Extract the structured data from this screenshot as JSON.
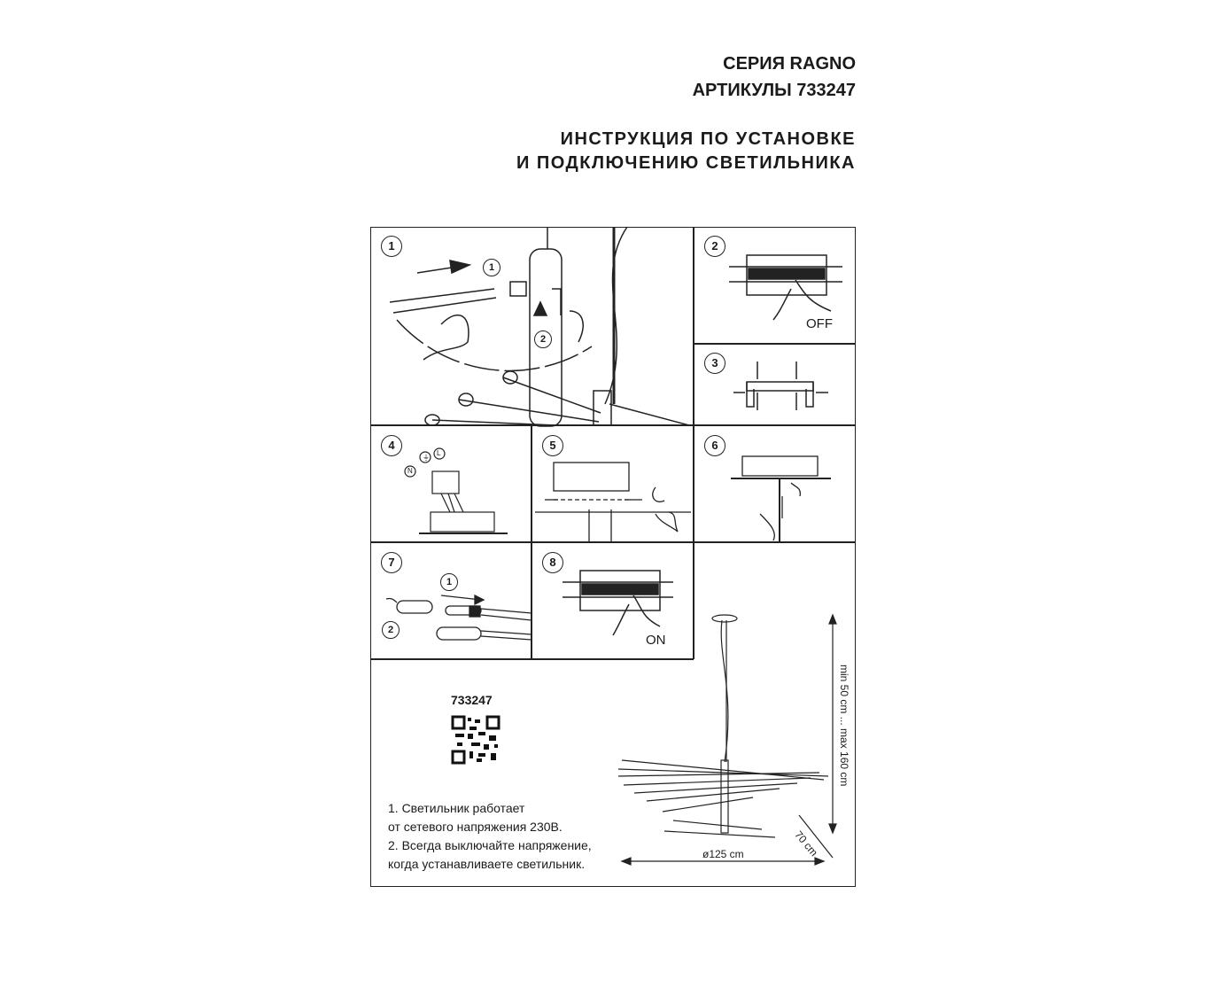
{
  "header": {
    "series": "СЕРИЯ RAGNO",
    "article": "АРТИКУЛЫ 733247",
    "title_line1": "ИНСТРУКЦИЯ ПО УСТАНОВКЕ",
    "title_line2": "И ПОДКЛЮЧЕНИЮ СВЕТИЛЬНИКА"
  },
  "steps": [
    {
      "number": "1",
      "sub": [
        "1",
        "2"
      ]
    },
    {
      "number": "2",
      "label": "OFF"
    },
    {
      "number": "3"
    },
    {
      "number": "4",
      "wires": [
        "N",
        "⏚",
        "L"
      ]
    },
    {
      "number": "5"
    },
    {
      "number": "6"
    },
    {
      "number": "7",
      "sub": [
        "1",
        "2"
      ]
    },
    {
      "number": "8",
      "label": "ON"
    }
  ],
  "product": {
    "code": "733247",
    "height_dim": "min 50 cm ... max 160 cm",
    "diameter_dim": "ø125 cm",
    "depth_dim": "70 cm"
  },
  "notes": [
    "1. Светильник работает",
    "от сетевого напряжения 230В.",
    "2. Всегда выключайте напряжение,",
    "когда устанавливаете светильник."
  ]
}
